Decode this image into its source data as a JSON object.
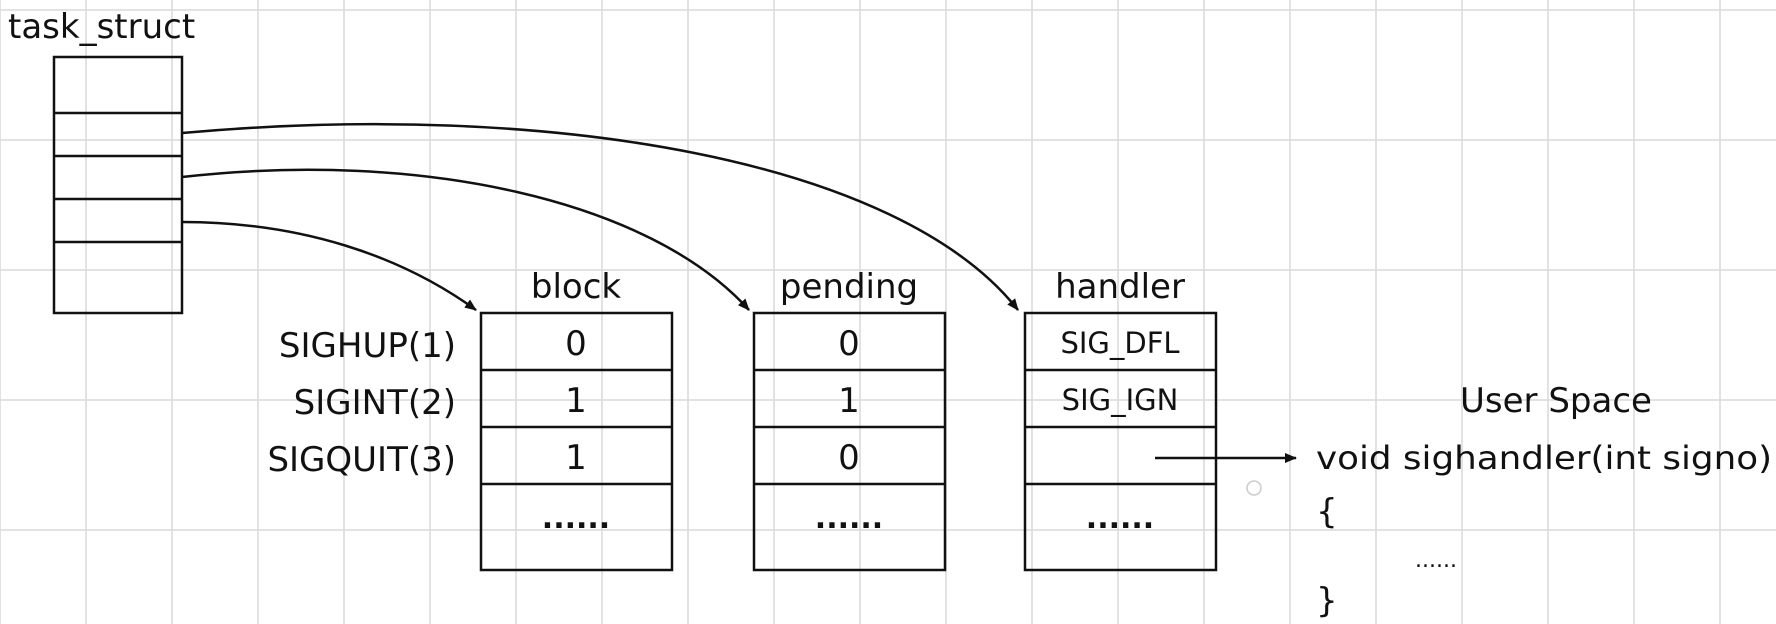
{
  "task_struct": {
    "title": "task_struct"
  },
  "tables": [
    {
      "id": "block",
      "header": "block",
      "cells": [
        "0",
        "1",
        "1",
        "......"
      ]
    },
    {
      "id": "pending",
      "header": "pending",
      "cells": [
        "0",
        "1",
        "0",
        "......"
      ]
    },
    {
      "id": "handler",
      "header": "handler",
      "cells": [
        "SIG_DFL",
        "SIG_IGN",
        "",
        "......"
      ]
    }
  ],
  "signals": [
    "SIGHUP(1)",
    "SIGINT(2)",
    "SIGQUIT(3)"
  ],
  "user_space": {
    "title": "User Space",
    "code": [
      "void sighandler(int signo)",
      "{",
      "......",
      "}"
    ]
  },
  "colors": {
    "grid": "#d9d9d9",
    "ink": "#111111",
    "background": "#ffffff"
  }
}
